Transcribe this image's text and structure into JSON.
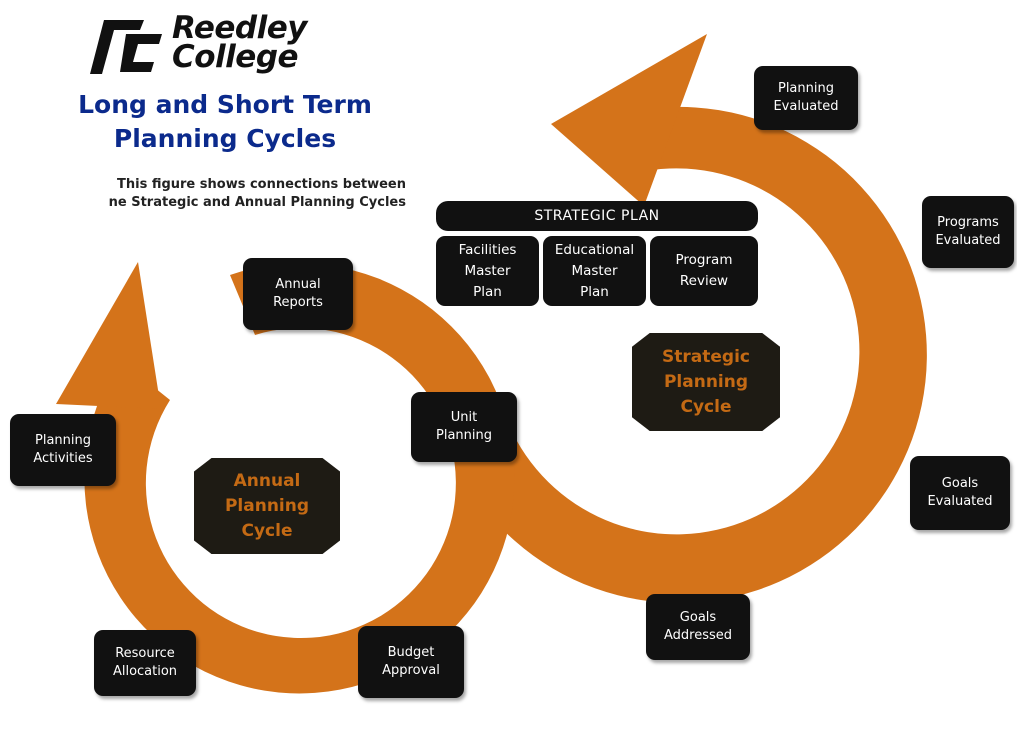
{
  "logo": {
    "line1": "Reedley",
    "line2": "College"
  },
  "title": {
    "line1": "Long and Short Term",
    "line2": "Planning Cycles"
  },
  "caption": {
    "line1": "This figure shows connections between",
    "line2": "ne Strategic and Annual Planning Cycles"
  },
  "strategic_plan": {
    "banner": "STRATEGIC PLAN",
    "boxes": [
      "Facilities\nMaster\nPlan",
      "Educational\nMaster\nPlan",
      "Program\nReview"
    ]
  },
  "strategic_cycle": {
    "label": "Strategic\nPlanning\nCycle",
    "nodes": [
      "Planning\nEvaluated",
      "Programs\nEvaluated",
      "Goals\nEvaluated",
      "Goals\nAddressed"
    ]
  },
  "annual_cycle": {
    "label": "Annual\nPlanning\nCycle",
    "nodes": [
      "Annual\nReports",
      "Planning\nActivities",
      "Resource\nAllocation",
      "Budget\nApproval"
    ]
  },
  "shared_node": "Unit\nPlanning",
  "colors": {
    "ring": "#d4731a",
    "ring_dark": "#b55f10",
    "box": "#111111",
    "label_text": "#c46a14",
    "title": "#0b2a8c"
  }
}
